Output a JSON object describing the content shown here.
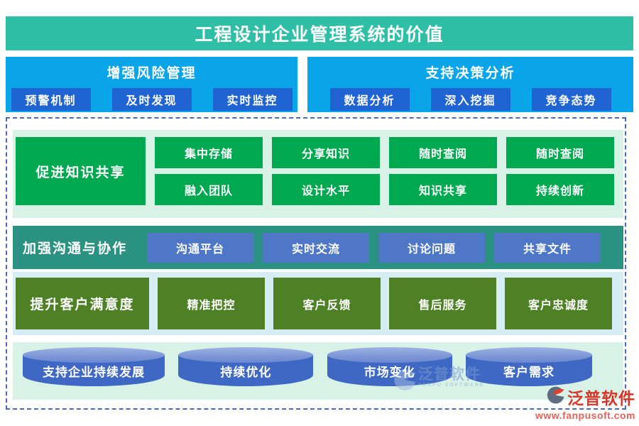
{
  "title": "工程设计企业管理系统的价值",
  "panels": {
    "risk": {
      "title": "增强风险管理",
      "buttons": [
        "预警机制",
        "及时发现",
        "实时监控"
      ]
    },
    "decision": {
      "title": "支持决策分析",
      "buttons": [
        "数据分析",
        "深入挖掘",
        "竞争态势"
      ]
    }
  },
  "sections": {
    "knowledge": {
      "label": "促进知识共享",
      "row1": [
        "集中存储",
        "分享知识",
        "随时查阅",
        "随时查阅"
      ],
      "row2": [
        "融入团队",
        "设计水平",
        "知识共享",
        "持续创新"
      ]
    },
    "communication": {
      "label": "加强沟通与协作",
      "buttons": [
        "沟通平台",
        "实时交流",
        "讨论问题",
        "共享文件"
      ]
    },
    "customer": {
      "label": "提升客户满意度",
      "buttons": [
        "精准把控",
        "客户反馈",
        "售后服务",
        "客户忠诚度"
      ]
    },
    "development": {
      "cylinders": [
        "支持企业持续发展",
        "持续优化",
        "市场变化",
        "客户需求"
      ]
    }
  },
  "watermark": {
    "name": "泛普软件",
    "subtext": "FANPU SOFTWARE"
  },
  "branding": {
    "name": "泛普软件",
    "url": "www.fanpusoft.com"
  },
  "colors": {
    "title_bar": "#2fbfa6",
    "panel_bg": "#0aa4e8",
    "panel_button": "#2063d2",
    "green_block": "#00a84f",
    "mint_bg": "#d9f2e7",
    "teal_row": "#2b9180",
    "comm_button": "#4e77c8",
    "customer_bg": "#d6edf4",
    "olive_block": "#4e8026",
    "cylinder": "#3e68c4",
    "dashed_border": "#4668c6",
    "brand_red": "#d7372b"
  }
}
